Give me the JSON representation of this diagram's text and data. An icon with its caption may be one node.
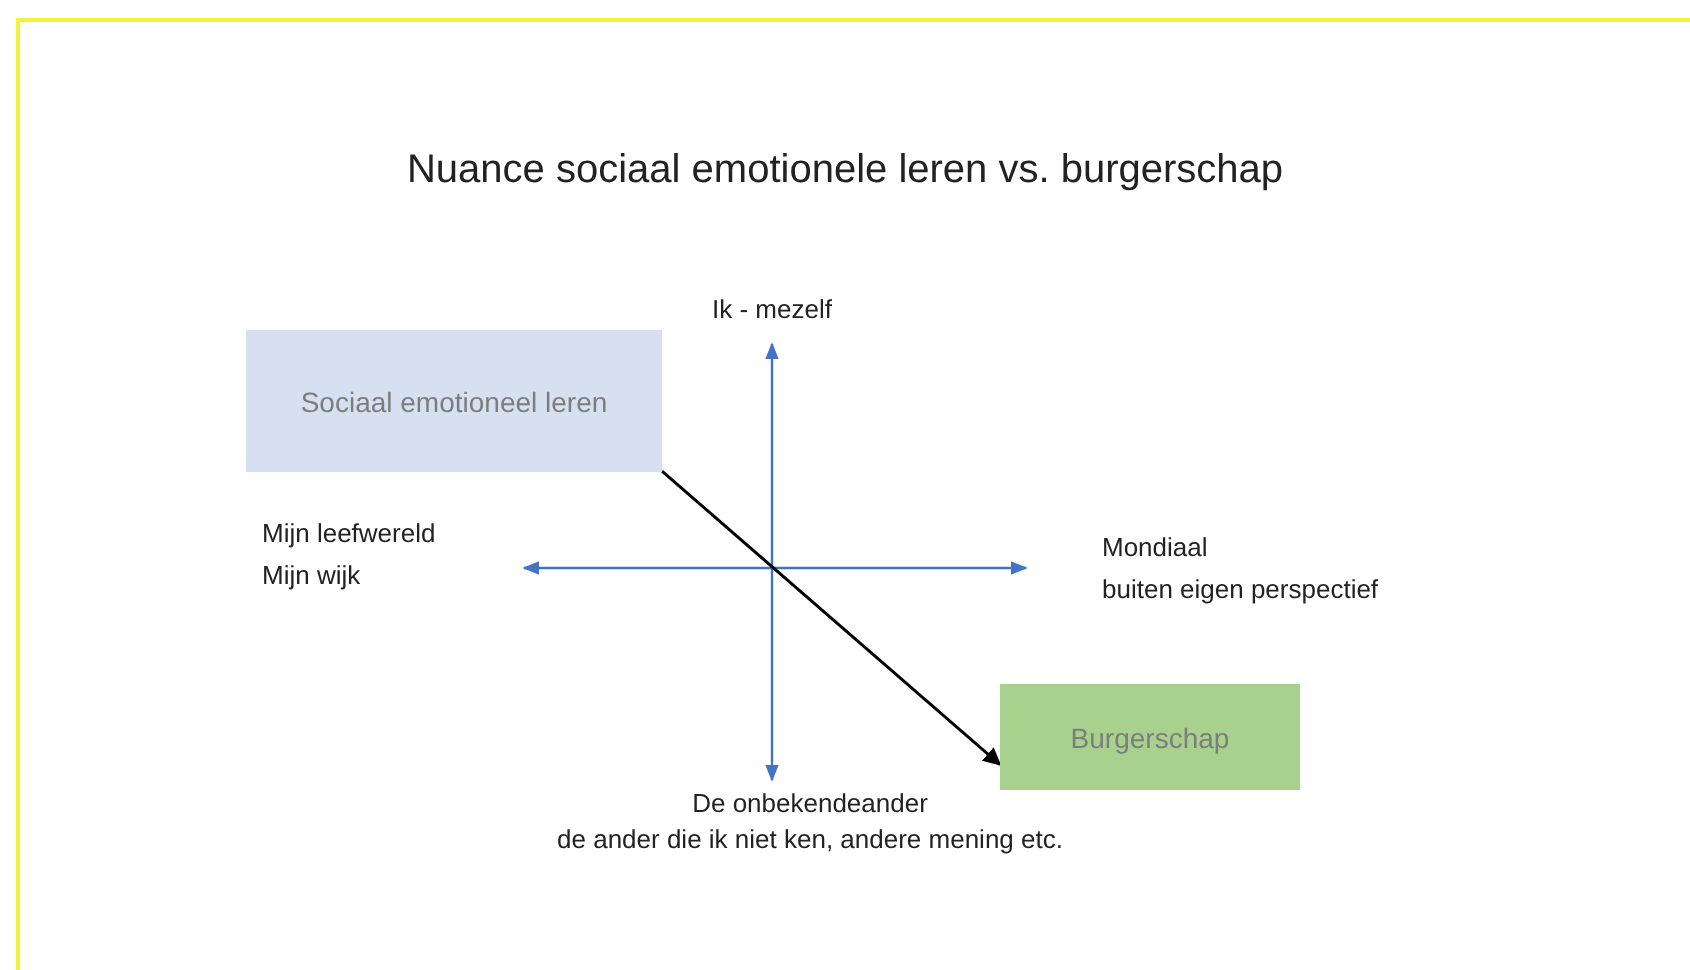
{
  "diagram": {
    "title": "Nuance sociaal emotionele leren vs. burgerschap",
    "nodes": [
      {
        "text": [
          "Sociaal emotioneel leren"
        ]
      },
      {
        "text": [
          "Burgerschap"
        ]
      }
    ],
    "edges": [
      {
        "from": 0,
        "to": 1,
        "arrow": "to"
      }
    ],
    "labels": [
      "Ik - mezelf",
      "Mijn leefwereld",
      "Mijn wijk",
      "Mondiaal",
      "buiten eigen perspectief",
      "De onbekendeander",
      "de ander die ik niet ken, andere mening etc."
    ]
  }
}
